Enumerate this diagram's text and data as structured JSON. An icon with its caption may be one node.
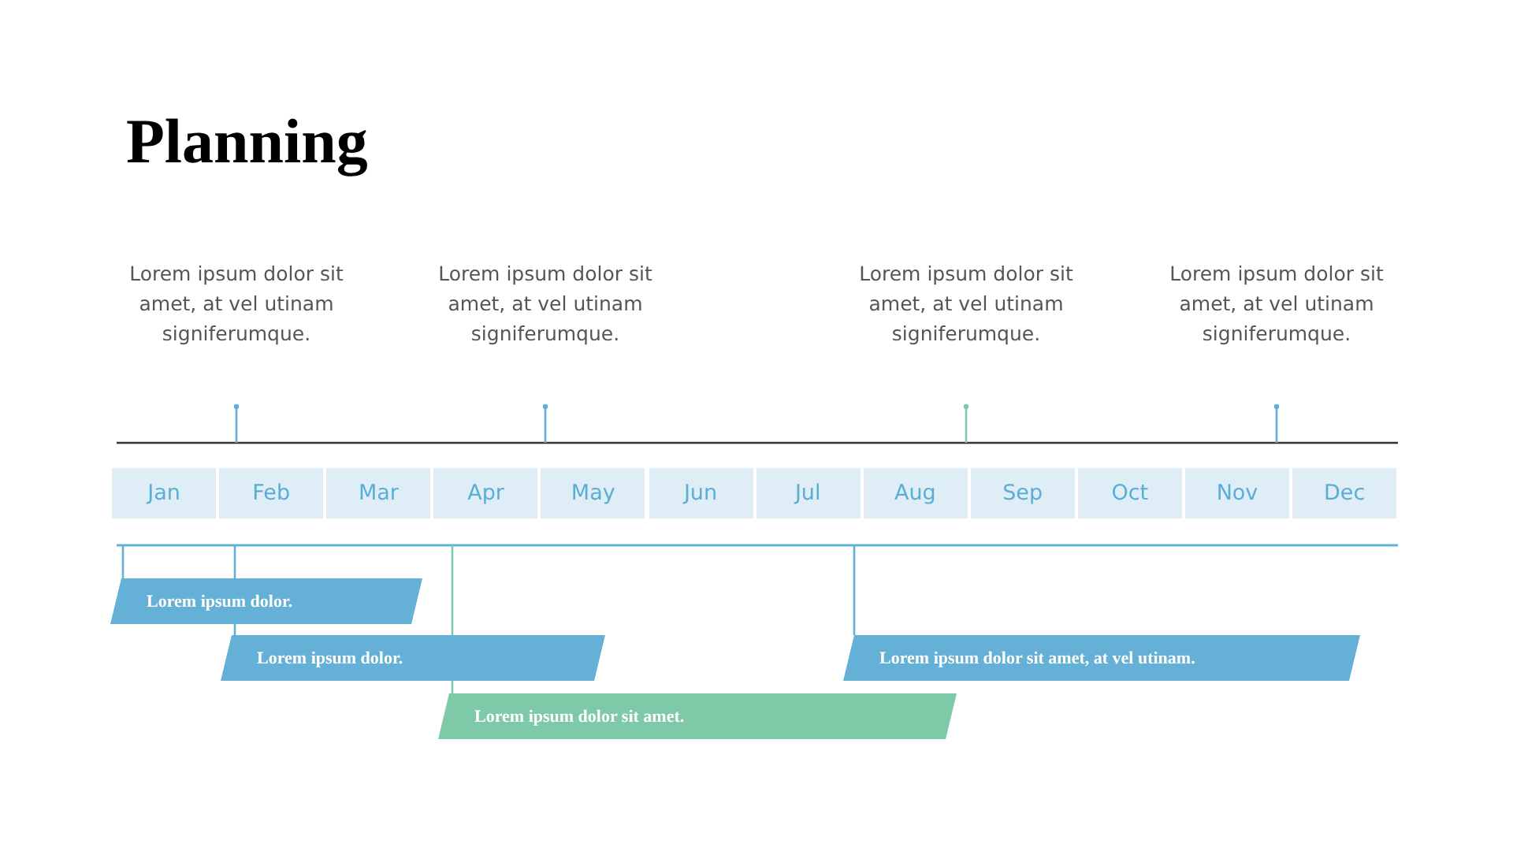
{
  "diagram": {
    "title": "Planning",
    "nodes": [
      {
        "text": [
          "Lorem ipsum dolor sit amet, at vel utinam signiferumque."
        ]
      },
      {
        "text": [
          "Lorem ipsum dolor sit amet, at vel utinam signiferumque."
        ]
      },
      {
        "text": [
          "Lorem ipsum dolor sit amet, at vel utinam signiferumque."
        ]
      },
      {
        "text": [
          "Lorem ipsum dolor sit amet, at vel utinam signiferumque."
        ]
      },
      {
        "text": [
          "Lorem ipsum dolor."
        ]
      },
      {
        "text": [
          "Lorem ipsum dolor."
        ]
      },
      {
        "text": [
          "Lorem ipsum dolor sit amet."
        ]
      },
      {
        "text": [
          "Lorem ipsum dolor sit amet, at vel utinam."
        ]
      }
    ],
    "edges": [
      {
        "from": null,
        "to": 4,
        "arrow": "none"
      },
      {
        "from": null,
        "to": 5,
        "arrow": "none"
      },
      {
        "from": null,
        "to": 6,
        "arrow": "none",
        "color": "#7ecaa8"
      },
      {
        "from": null,
        "to": 7,
        "arrow": "none"
      }
    ],
    "labels": [
      "Jan",
      "Feb",
      "Mar",
      "Apr",
      "May",
      "Jun",
      "Jul",
      "Aug",
      "Sep",
      "Oct",
      "Nov",
      "Dec"
    ]
  }
}
